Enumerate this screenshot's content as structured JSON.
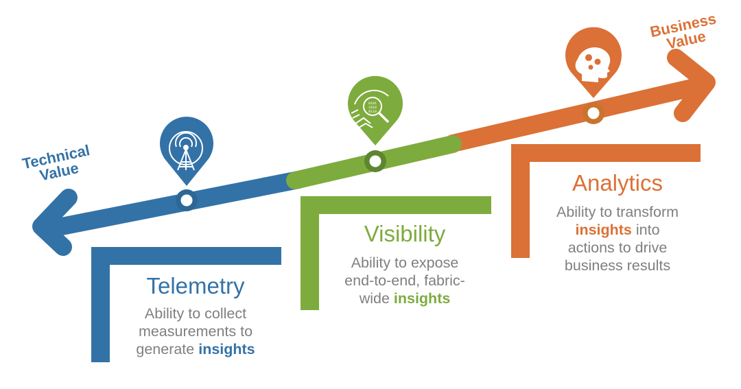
{
  "colors": {
    "blue": "#3372a7",
    "blue_ring": "#2d6797",
    "green": "#7eab3d",
    "green_ring": "#5e8530",
    "orange": "#db7136",
    "orange_ring": "#c9732e",
    "gray_text": "#7f7f7f",
    "white": "#ffffff"
  },
  "axis": {
    "start_label_line1": "Technical",
    "start_label_line2": "Value",
    "end_label_line1": "Business",
    "end_label_line2": "Value"
  },
  "stages": [
    {
      "title": "Telemetry",
      "desc_line1": "Ability to collect",
      "desc_line2": "measurements to",
      "desc_line3_prefix": "generate ",
      "keyword": "insights",
      "icon": "antenna-tower-icon"
    },
    {
      "title": "Visibility",
      "desc_line1": "Ability to expose",
      "desc_line2": "end-to-end, fabric-",
      "desc_line3_prefix": "wide ",
      "keyword": "insights",
      "icon": "magnifier-data-icon"
    },
    {
      "title": "Analytics",
      "desc_line1": "Ability to transform",
      "keyword": "insights",
      "desc_line2_suffix": " into",
      "desc_line3": "actions to drive",
      "desc_line4": "business results",
      "icon": "brain-gears-icon"
    }
  ]
}
